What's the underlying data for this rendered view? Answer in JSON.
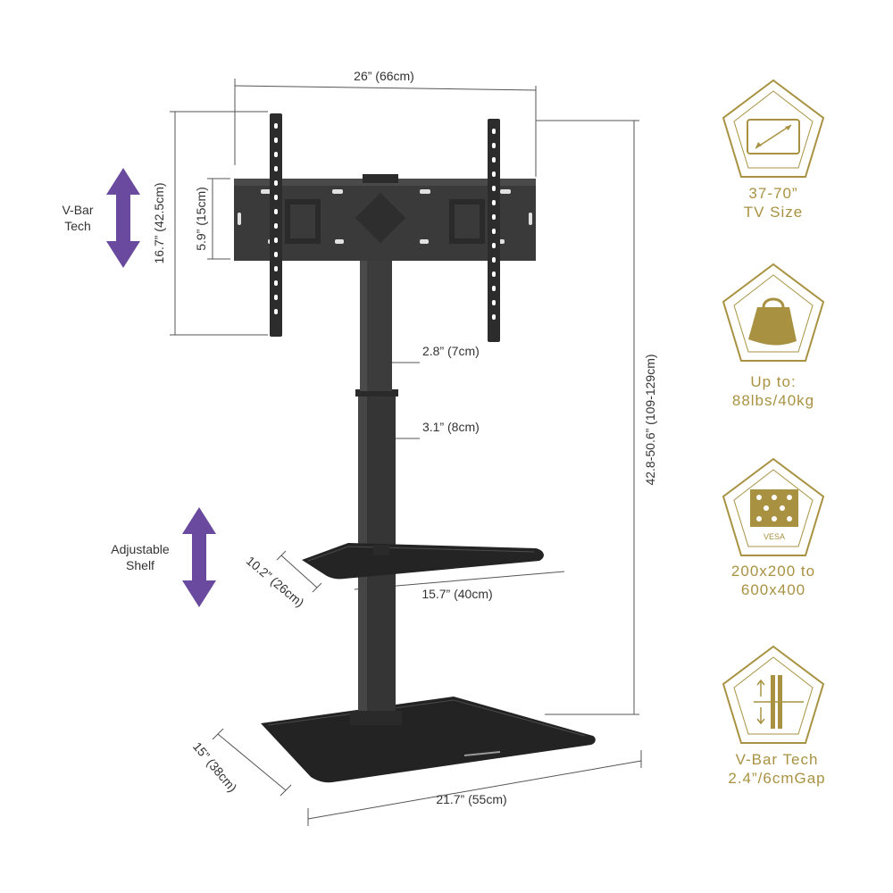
{
  "colors": {
    "gold": "#a89242",
    "purple": "#6a4a9e",
    "metal": "#3a3a3a",
    "metal_dark": "#252525",
    "glass": "#2a2a2a",
    "line": "#555555",
    "text": "#333333"
  },
  "dimensions": {
    "mount_width": "26” (66cm)",
    "mount_height": "16.7” (42.5cm)",
    "vbar_height": "5.9” (15cm)",
    "upper_pole": "2.8” (7cm)",
    "lower_pole": "3.1” (8cm)",
    "total_height": "42.8-50.6” (109-129cm)",
    "shelf_depth": "10.2” (26cm)",
    "shelf_width": "15.7” (40cm)",
    "base_depth": "15” (38cm)",
    "base_width": "21.7” (55cm)"
  },
  "side_labels": {
    "vbar": [
      "V-Bar",
      "Tech"
    ],
    "shelf": [
      "Adjustable",
      "Shelf"
    ]
  },
  "arrows": {
    "vbar": "double-arrow-vertical-icon",
    "shelf": "double-arrow-vertical-icon"
  },
  "badges": [
    {
      "icon": "tv-screen-icon",
      "lines": [
        "37-70”",
        "TV Size"
      ]
    },
    {
      "icon": "weight-icon",
      "lines": [
        "Up to:",
        "88lbs/40kg"
      ]
    },
    {
      "icon": "vesa-plate-icon",
      "icon_text": "VESA",
      "lines": [
        "200x200 to",
        "600x400"
      ]
    },
    {
      "icon": "vbar-adjust-icon",
      "lines": [
        "V-Bar Tech",
        "2.4”/6cmGap"
      ]
    }
  ]
}
